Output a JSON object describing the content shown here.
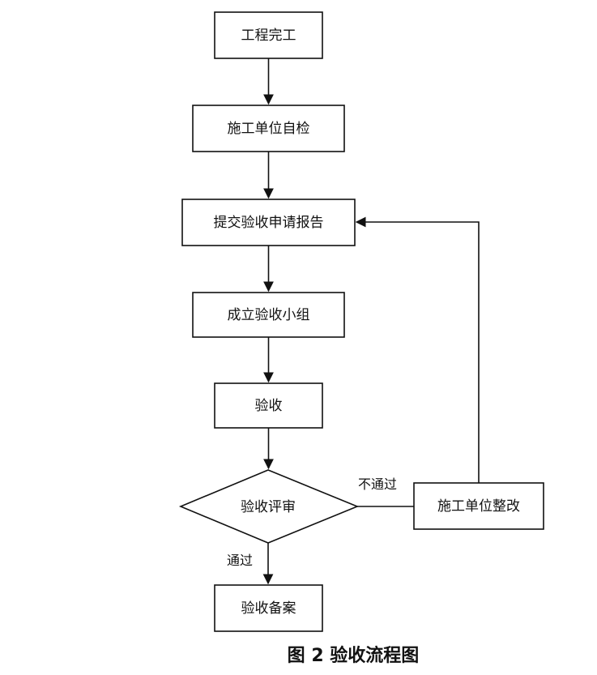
{
  "nodes": {
    "complete": "工程完工",
    "self_check": "施工单位自检",
    "submit_report": "提交验收申请报告",
    "form_team": "成立验收小组",
    "inspect": "验收",
    "review": "验收评审",
    "rectify": "施工单位整改",
    "archive": "验收备案"
  },
  "edges": {
    "fail": "不通过",
    "pass": "通过"
  },
  "caption": "图 2  验收流程图",
  "colors": {
    "stroke": "#111111",
    "background": "#ffffff"
  }
}
